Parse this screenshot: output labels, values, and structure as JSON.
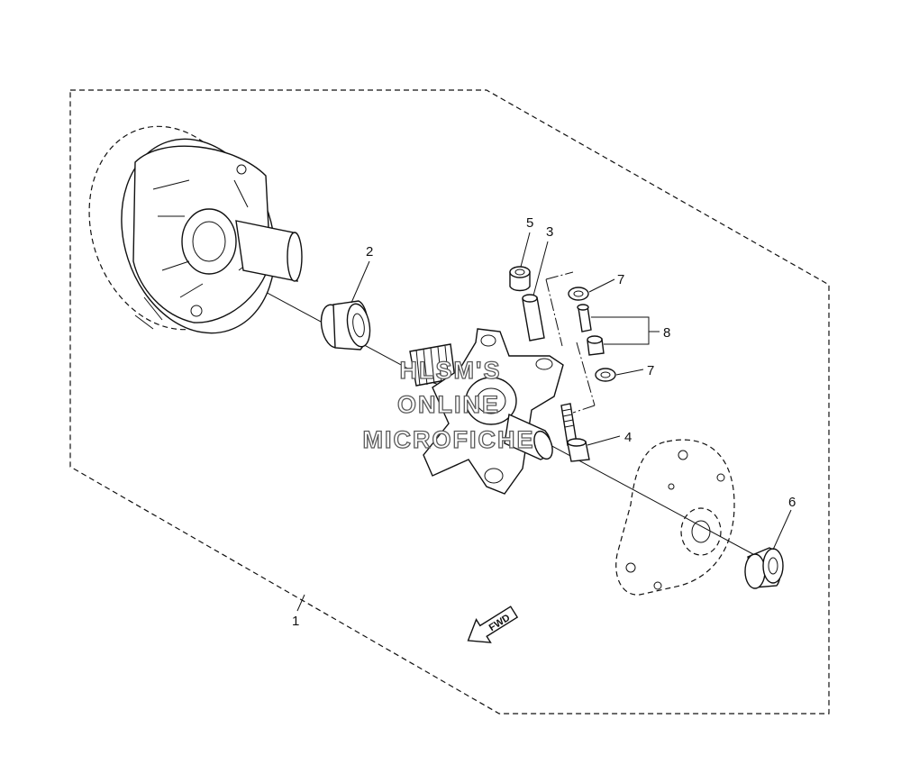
{
  "callouts": {
    "c1": "1",
    "c2": "2",
    "c3": "3",
    "c4": "4",
    "c5": "5",
    "c6": "6",
    "c7a": "7",
    "c7b": "7",
    "c8": "8"
  },
  "fwd_label": "FWD",
  "watermark": {
    "line1": "HLSM'S",
    "line2": "ONLINE",
    "line3": "MICROFICHE"
  },
  "colors": {
    "line": "#111111",
    "watermark_outline": "#5a5a5a",
    "background": "#ffffff"
  }
}
